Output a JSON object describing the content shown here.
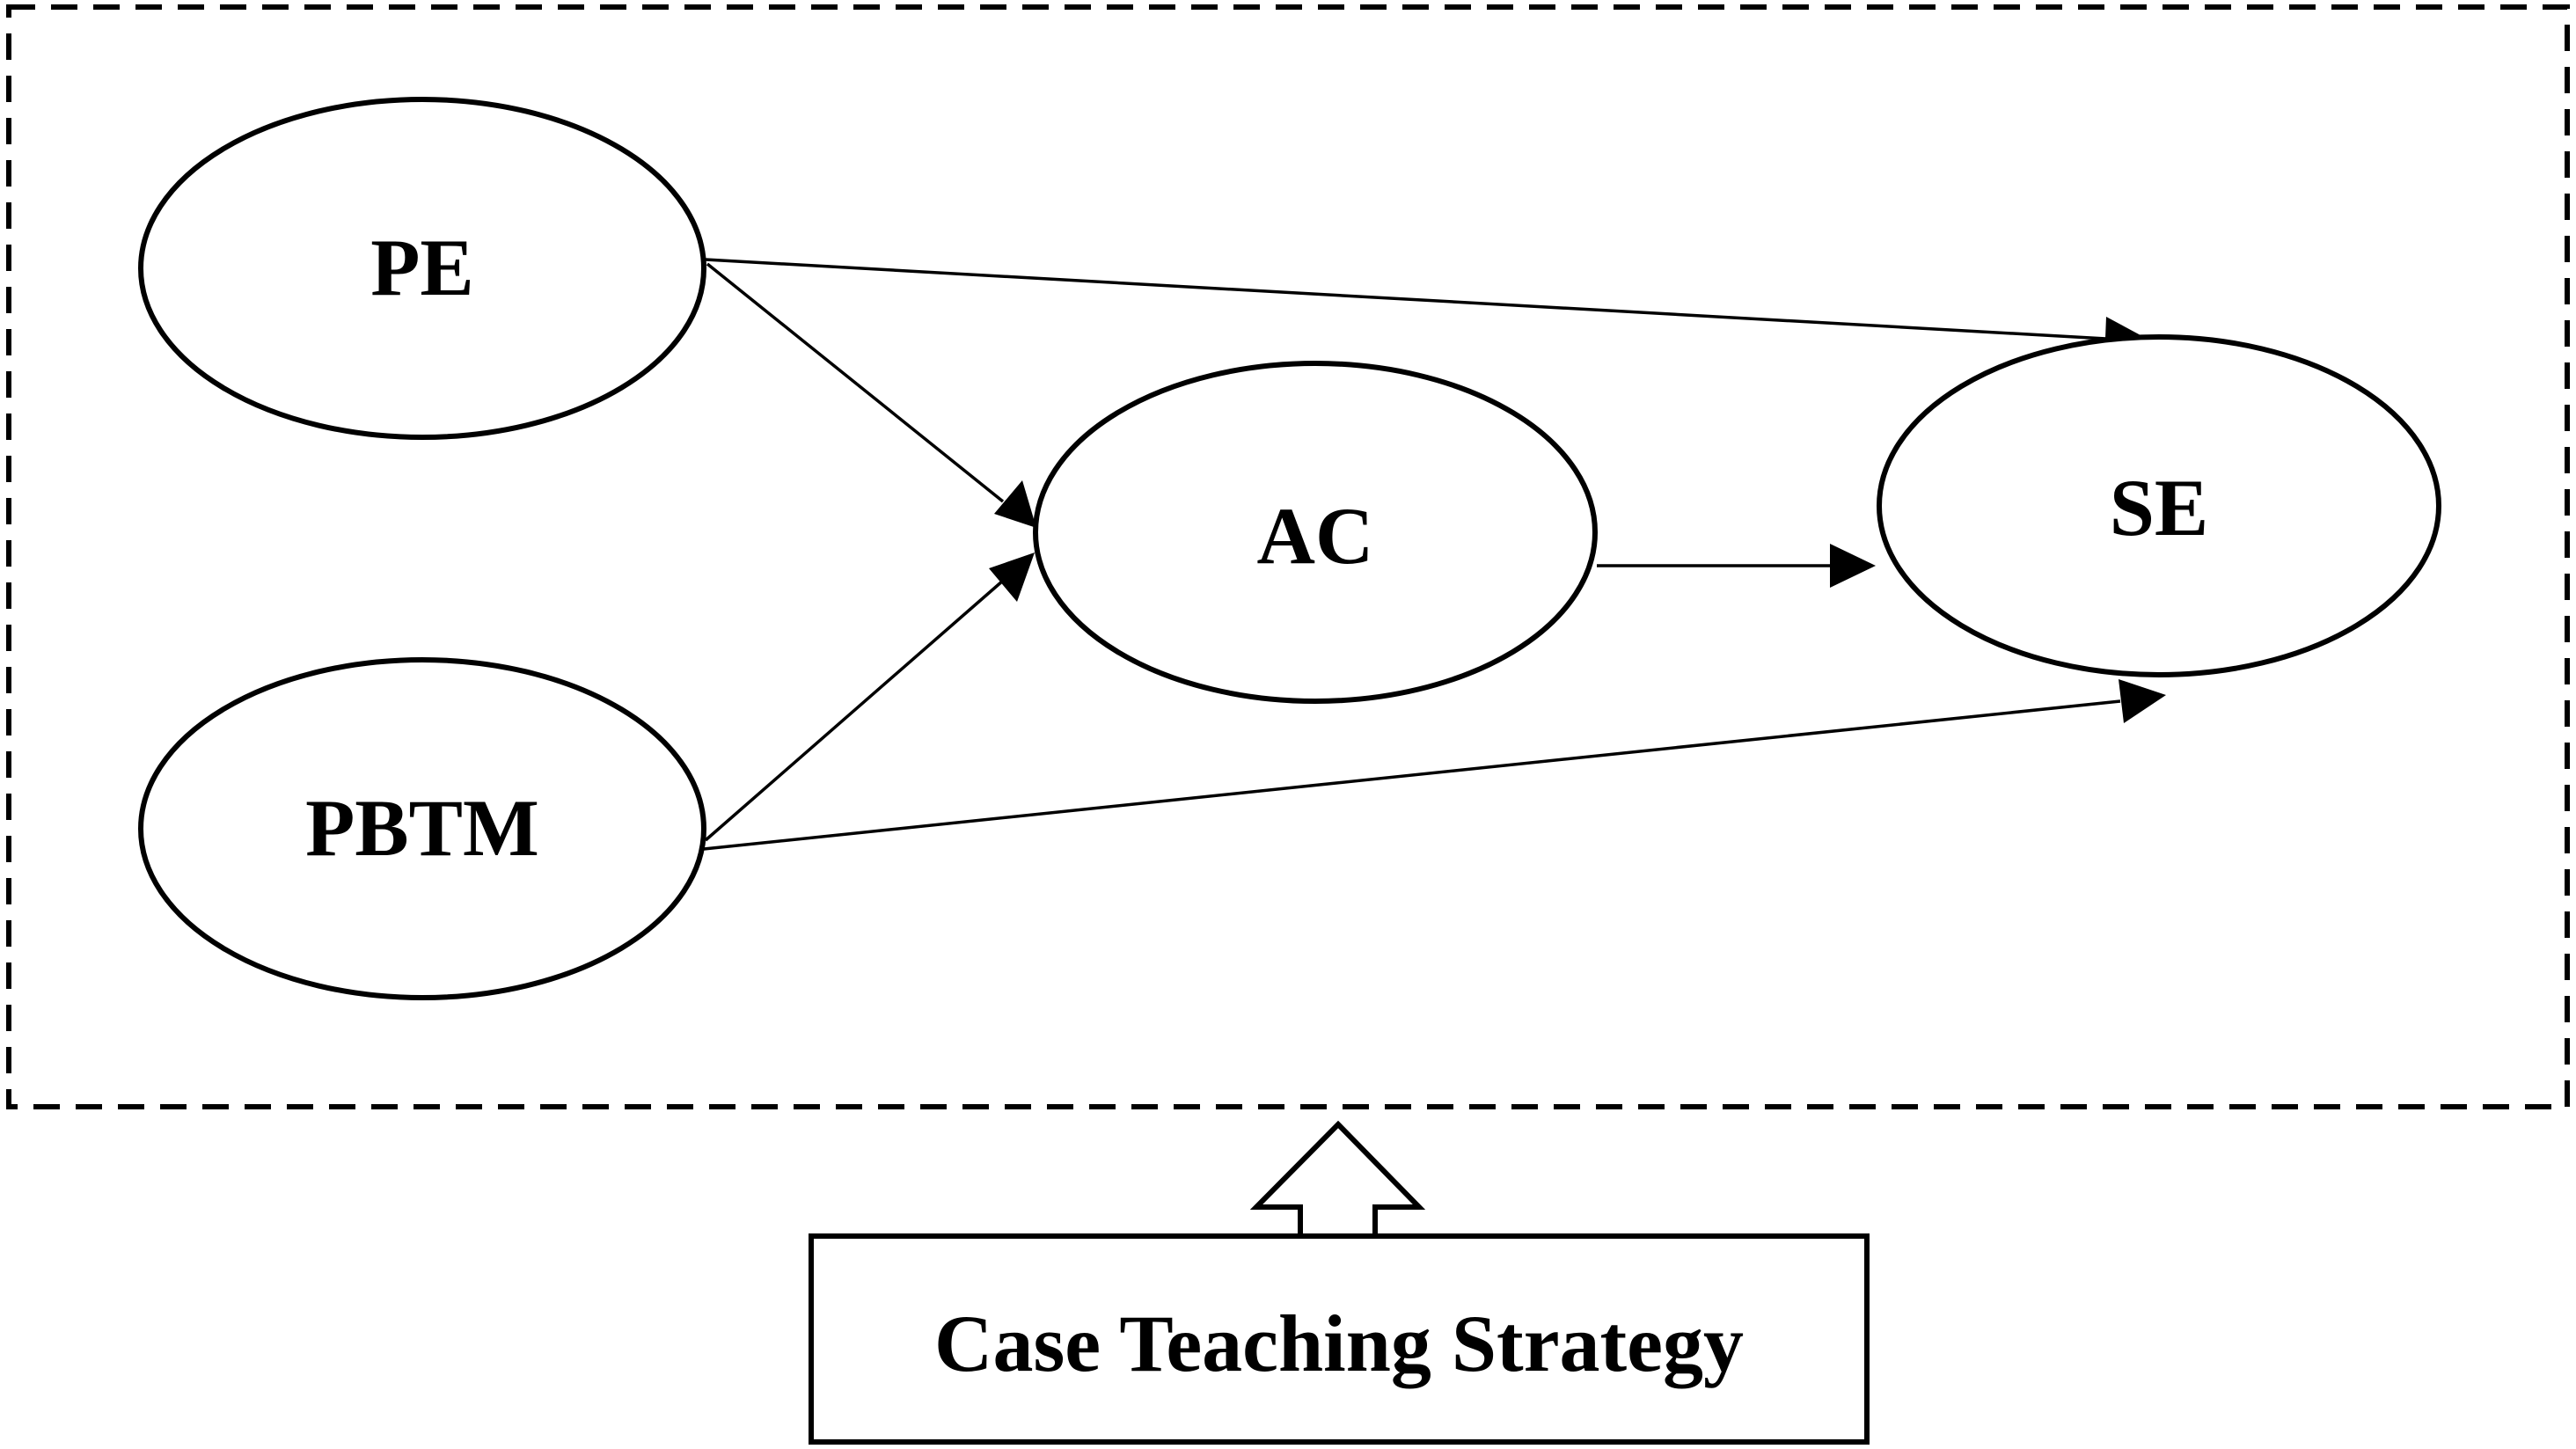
{
  "diagram": {
    "nodes": {
      "pe": "PE",
      "pbtm": "PBTM",
      "ac": "AC",
      "se": "SE"
    },
    "moderator": "Case Teaching Strategy"
  },
  "colors": {
    "stroke": "#000000",
    "background": "#ffffff"
  }
}
